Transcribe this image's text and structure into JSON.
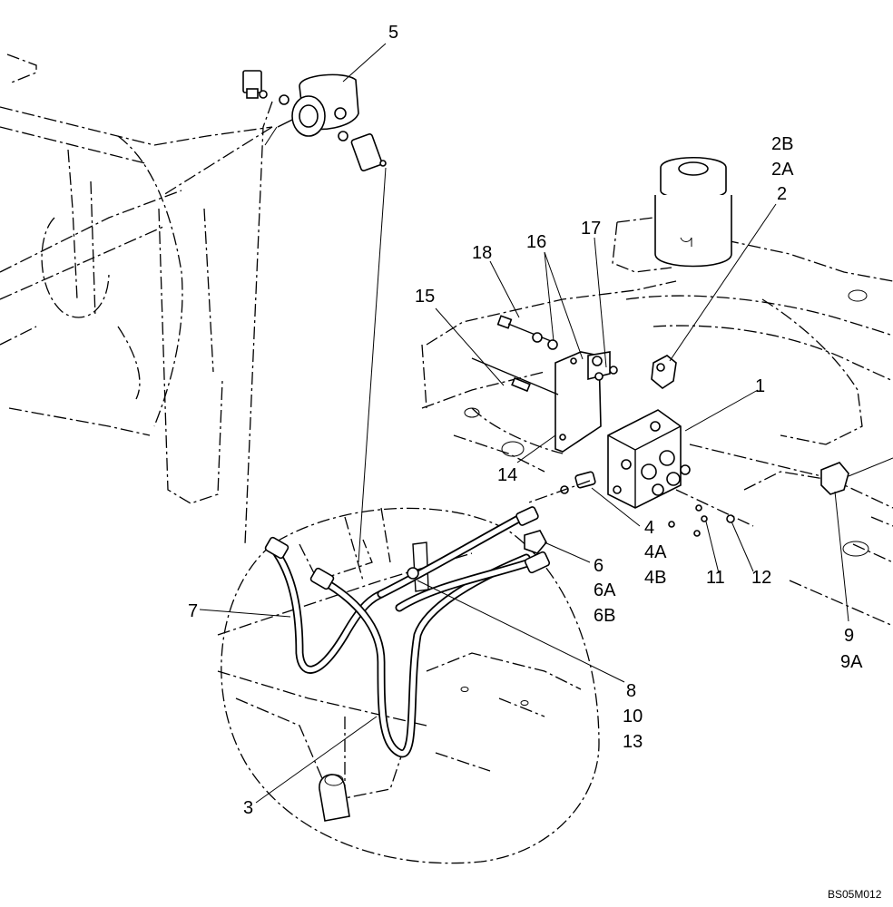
{
  "callouts": [
    "5",
    "2B",
    "2A",
    "2",
    "16",
    "17",
    "18",
    "15",
    "1",
    "14",
    "4",
    "4A",
    "4B",
    "6",
    "6A",
    "6B",
    "11",
    "12",
    "7",
    "8",
    "10",
    "13",
    "9",
    "9A",
    "3"
  ],
  "drawing_id": "BS05M012",
  "colors": {
    "line": "#000000",
    "background": "#ffffff"
  }
}
